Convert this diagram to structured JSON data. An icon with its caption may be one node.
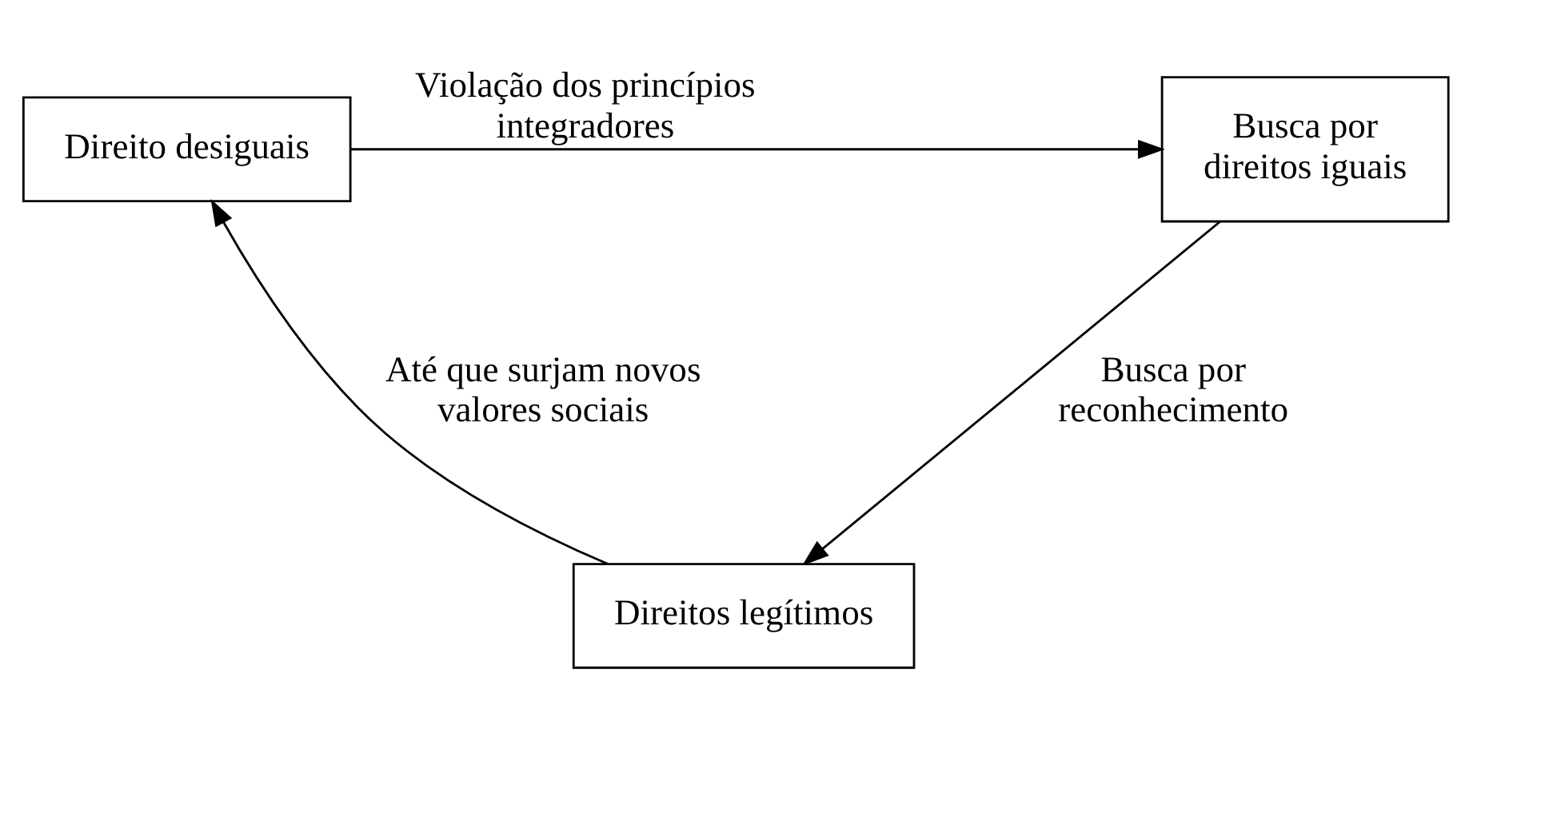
{
  "diagram": {
    "nodes": [
      {
        "text": [
          "Direito desiguais"
        ]
      },
      {
        "text": [
          "Busca por direitos iguais"
        ]
      },
      {
        "text": [
          "Direitos legítimos"
        ]
      }
    ],
    "edges": [
      {
        "from": 0,
        "to": 1,
        "arrow": "to",
        "label": "Violação dos princípios integradores"
      },
      {
        "from": 1,
        "to": 2,
        "arrow": "to",
        "label": "Busca por reconhecimento"
      },
      {
        "from": 2,
        "to": 0,
        "arrow": "to",
        "label": "Até que surjam novos valores sociais"
      }
    ]
  }
}
